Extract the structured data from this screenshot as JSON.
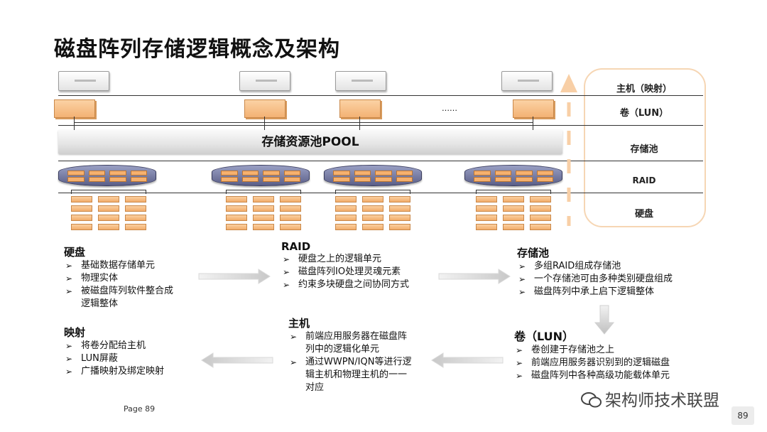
{
  "title": "磁盘阵列存储逻辑概念及架构",
  "diagram": {
    "pool_label": "存储资源池POOL",
    "ellipsis": "……",
    "legend": [
      "主机（映射）",
      "卷（LUN）",
      "存储池",
      "RAID",
      "硬盘"
    ],
    "colors": {
      "accent_orange": "#f3b274",
      "raid_blue": "#5b5f88",
      "legend_border": "#f6d6b4"
    }
  },
  "blocks": {
    "disk": {
      "title": "硬盘",
      "items": [
        "基础数据存储单元",
        "物理实体",
        "被磁盘阵列软件整合成",
        "逻辑整体"
      ]
    },
    "raid": {
      "title": "RAID",
      "items": [
        "硬盘之上的逻辑单元",
        "磁盘阵列IO处理灵魂元素",
        "约束多块硬盘之间协同方式"
      ]
    },
    "pool": {
      "title": "存储池",
      "items": [
        "多组RAID组成存储池",
        "一个存储池可由多种类别硬盘组成",
        "磁盘阵列中承上启下逻辑整体"
      ]
    },
    "mapping": {
      "title": "映射",
      "items": [
        "将卷分配给主机",
        "LUN屏蔽",
        "广播映射及绑定映射"
      ]
    },
    "host": {
      "title": "主机",
      "items": [
        "前端应用服务器在磁盘阵",
        "列中的逻辑化单元",
        "通过WWPN/IQN等进行逻",
        "辑主机和物理主机的一一",
        "对应"
      ]
    },
    "lun": {
      "title": "卷（LUN）",
      "items": [
        "卷创建于存储池之上",
        "前端应用服务器识别到的逻辑磁盘",
        "磁盘阵列中各种高级功能载体单元"
      ]
    }
  },
  "bullet_icon": "arrow-bullet",
  "footer": {
    "page": "Page 89",
    "watermark": "架构师技术联盟",
    "page_number": "89"
  }
}
